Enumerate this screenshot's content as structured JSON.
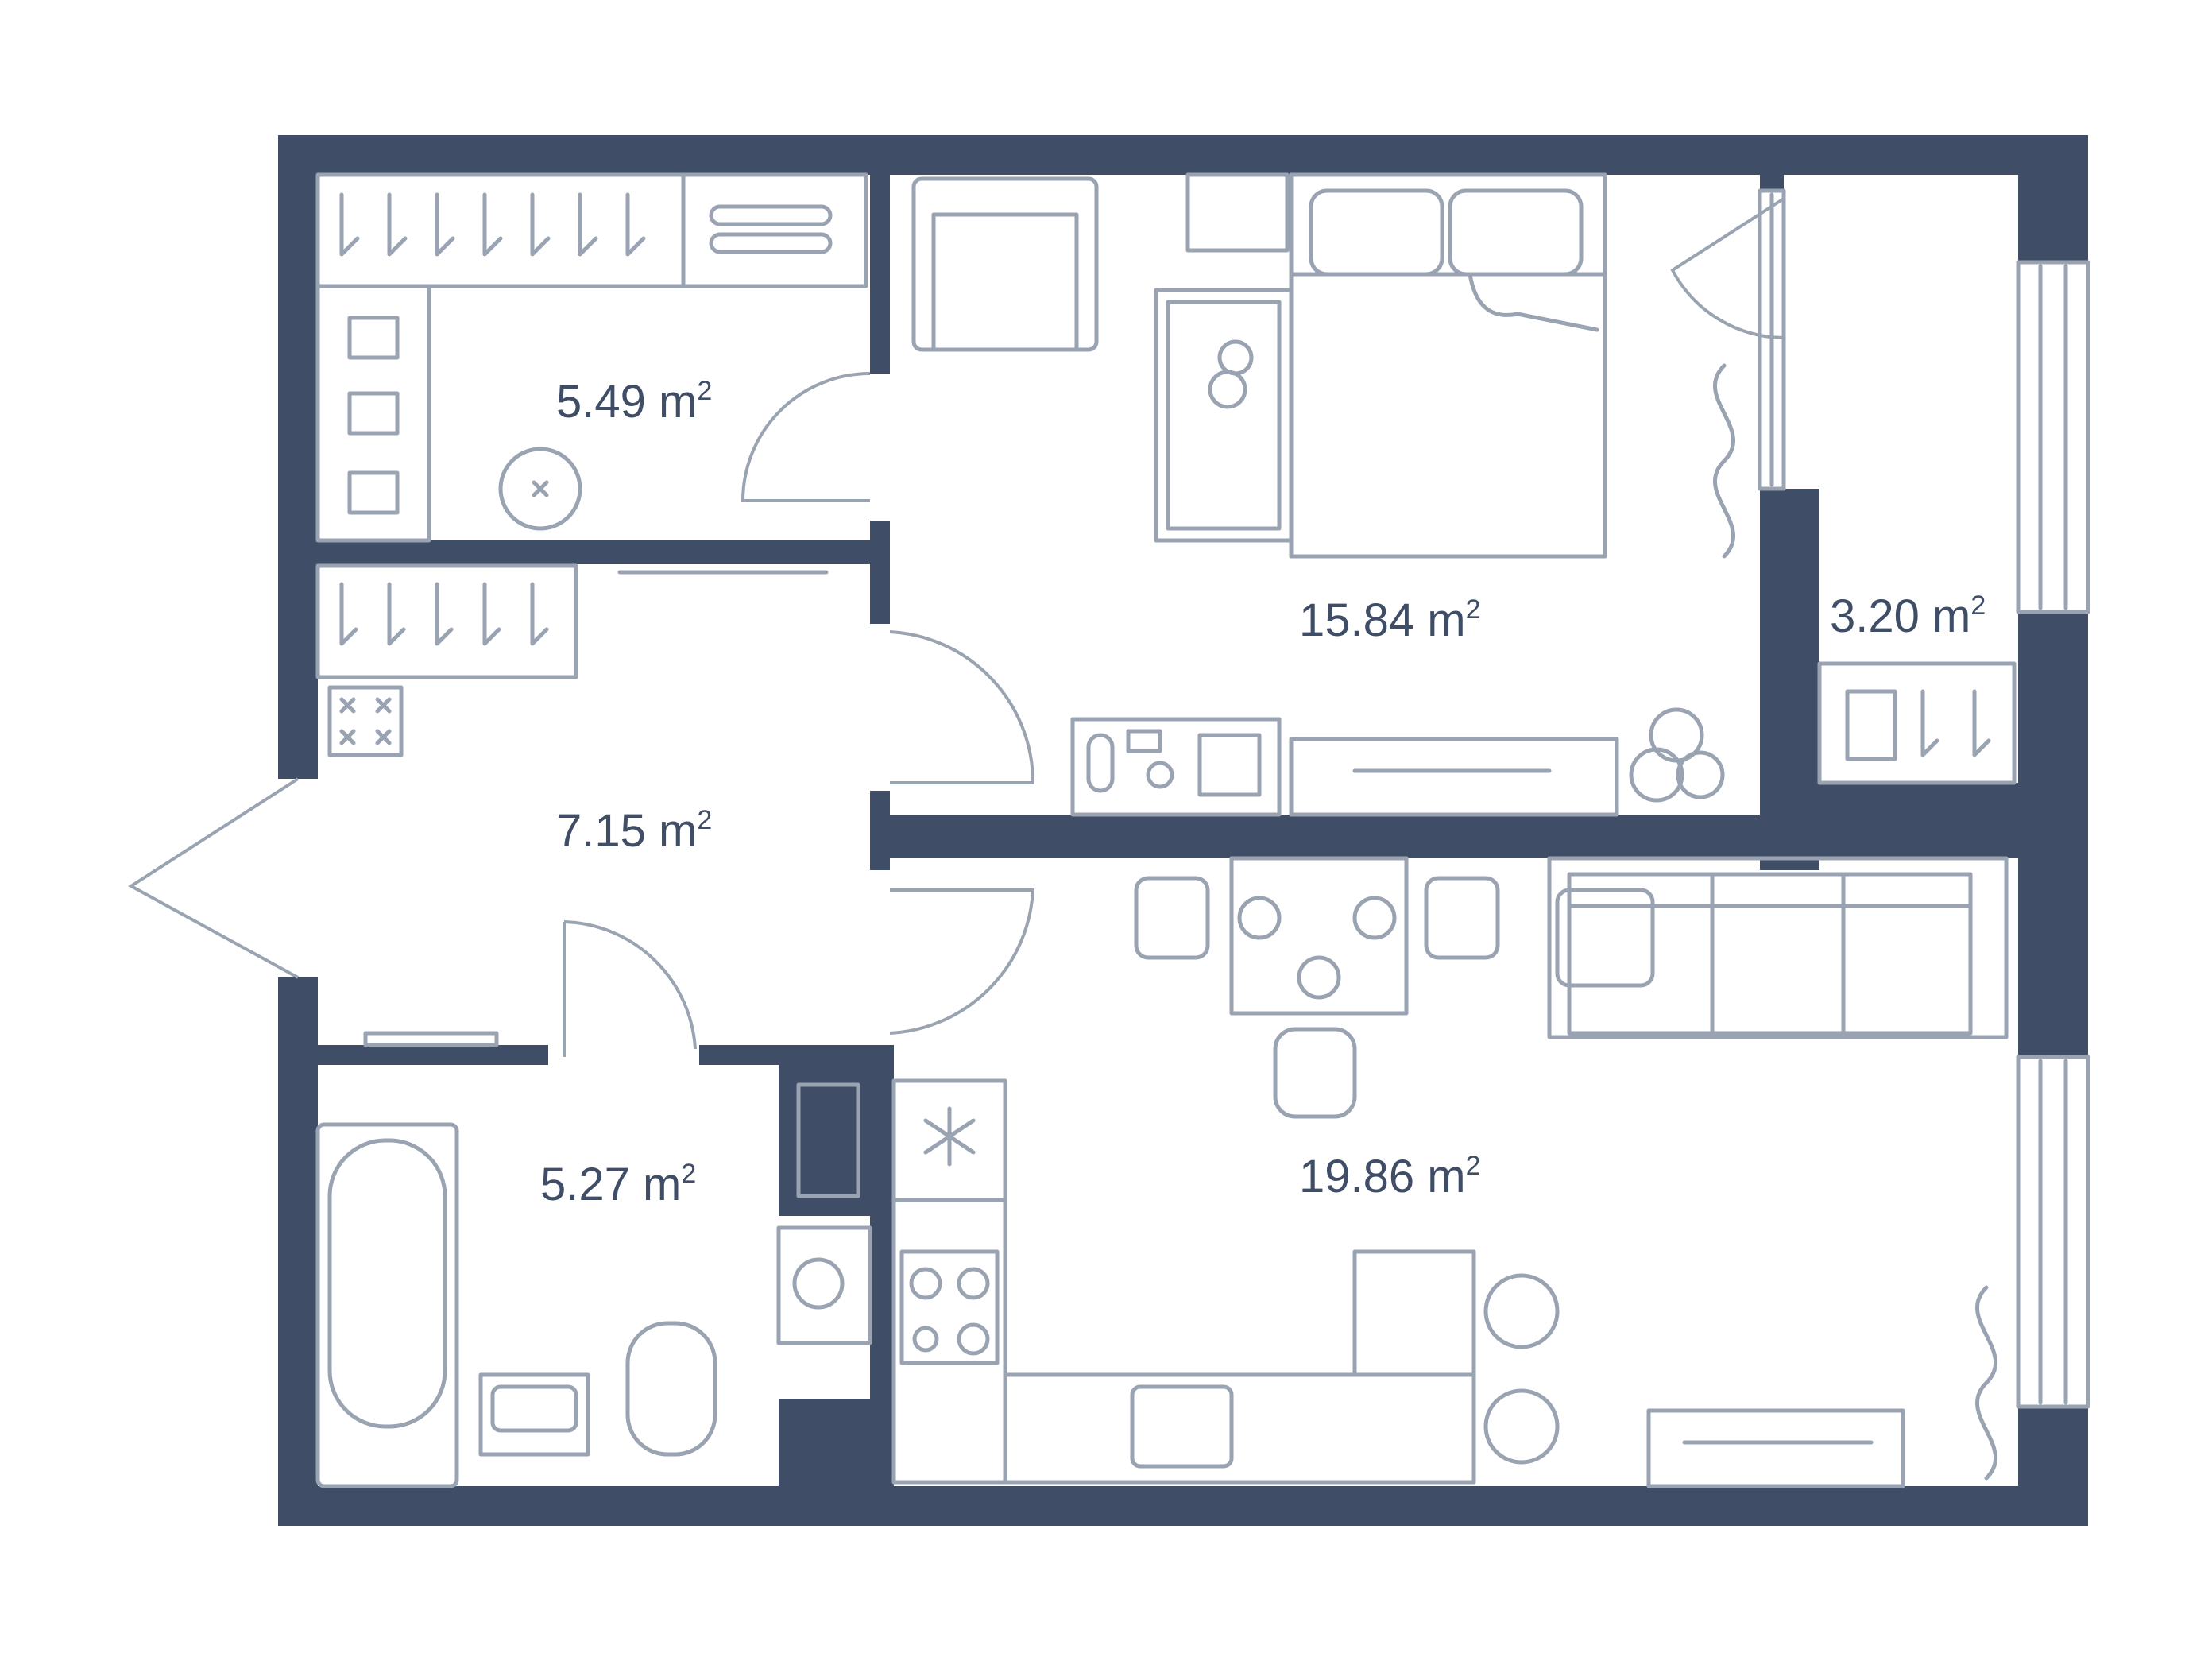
{
  "rooms": [
    {
      "id": "closet",
      "value": "5.49",
      "unit": "m",
      "exp": "2"
    },
    {
      "id": "bedroom",
      "value": "15.84",
      "unit": "m",
      "exp": "2"
    },
    {
      "id": "balcony",
      "value": "3.20",
      "unit": "m",
      "exp": "2"
    },
    {
      "id": "hallway",
      "value": "7.15",
      "unit": "m",
      "exp": "2"
    },
    {
      "id": "bathroom",
      "value": "5.27",
      "unit": "m",
      "exp": "2"
    },
    {
      "id": "kitchen-living",
      "value": "19.86",
      "unit": "m",
      "exp": "2"
    }
  ],
  "colors": {
    "wall": "#3f4e66",
    "furniture": "#9aa3b2",
    "background": "#ffffff"
  }
}
